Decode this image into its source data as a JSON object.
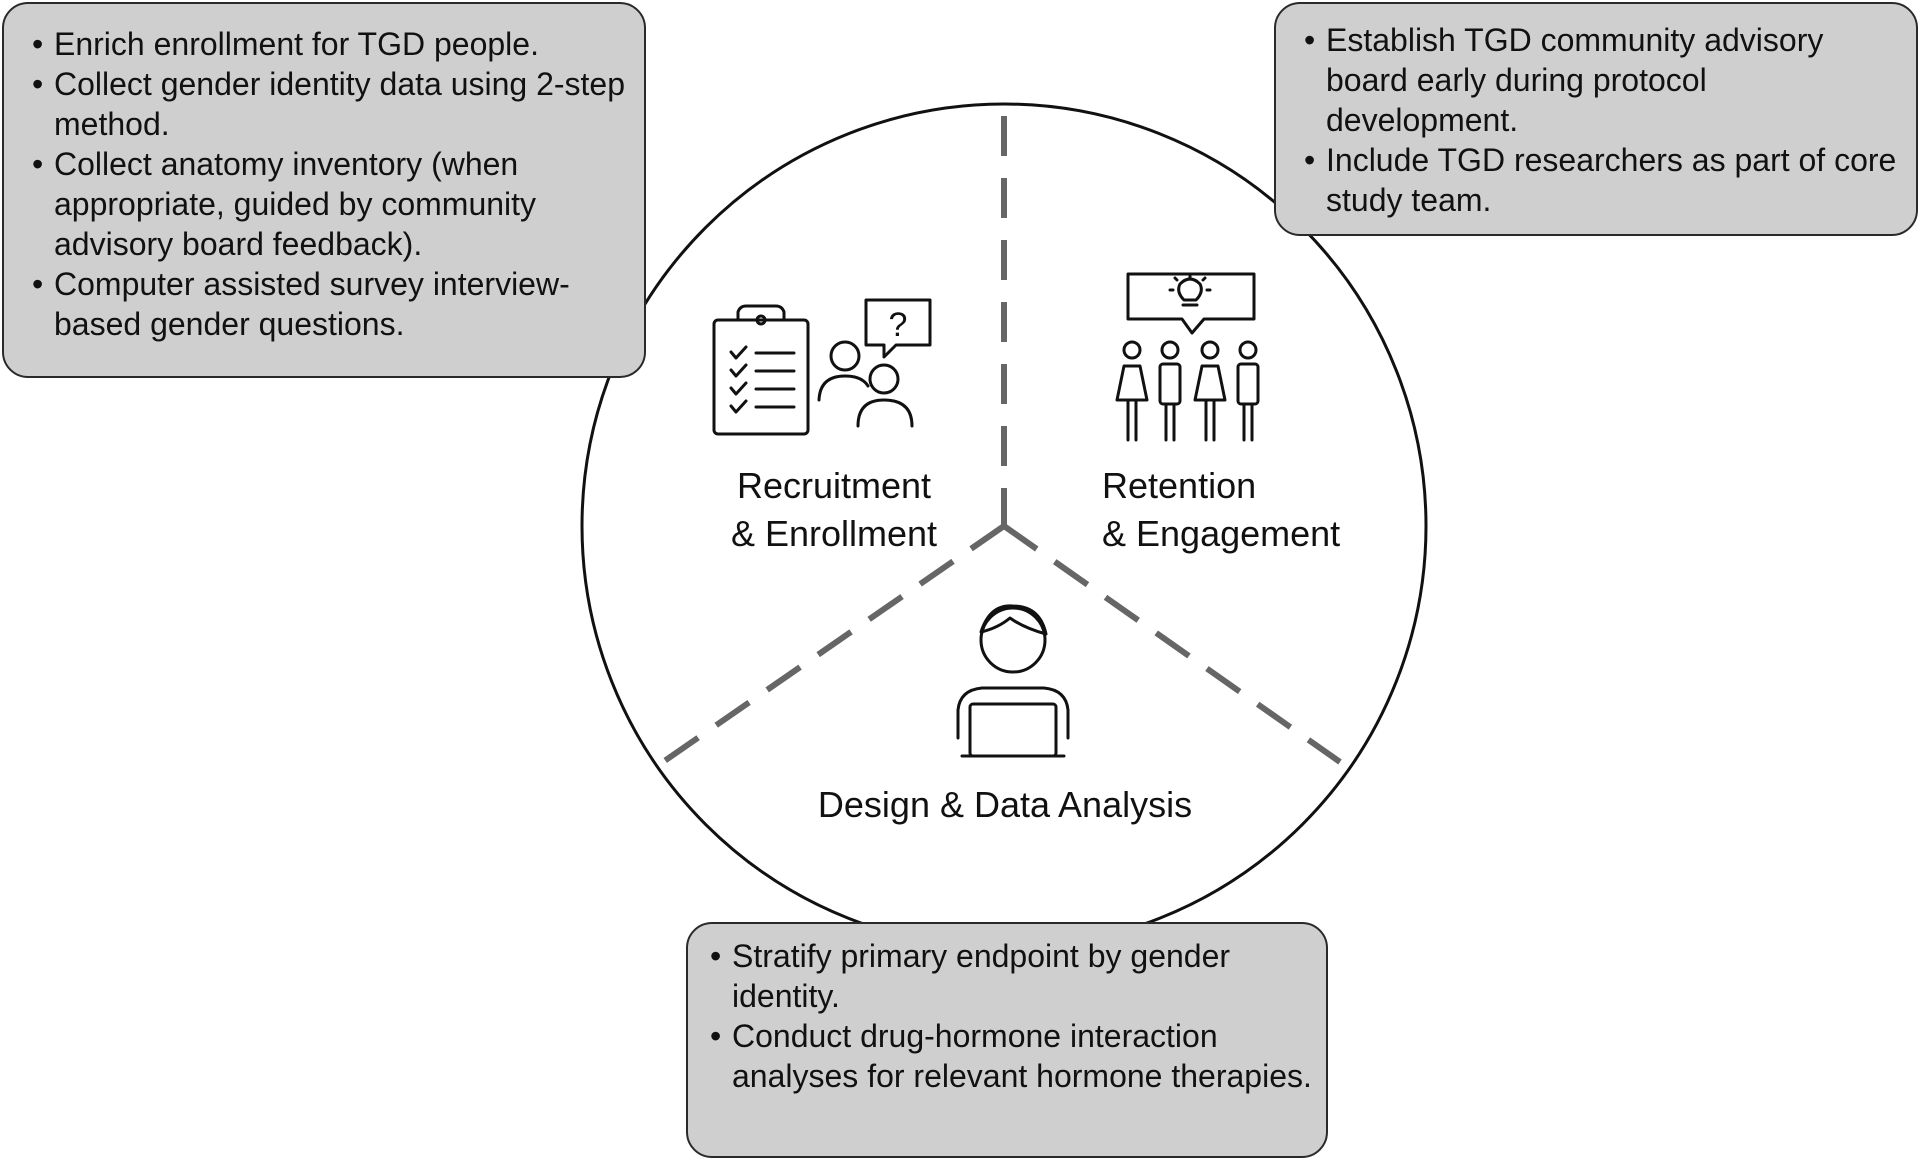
{
  "sections": {
    "recruitment": {
      "title_line1": "Recruitment",
      "title_line2": "& Enrollment",
      "icon": "clipboard-checklist-and-people-question-icon",
      "bullets": [
        "Enrich enrollment for TGD people.",
        "Collect gender identity data  using 2-step method.",
        "Collect anatomy inventory (when appropriate, guided by community advisory board feedback).",
        "Computer assisted survey interview-based gender questions."
      ]
    },
    "retention": {
      "title_line1": "Retention",
      "title_line2": "& Engagement",
      "icon": "group-with-idea-speech-bubble-icon",
      "bullets": [
        "Establish TGD community advisory board early during protocol development.",
        "Include TGD researchers as part of core study team."
      ]
    },
    "design": {
      "title": "Design & Data Analysis",
      "icon": "person-at-laptop-icon",
      "bullets": [
        "Stratify primary endpoint by gender identity.",
        "Conduct drug-hormone interaction analyses for relevant hormone therapies."
      ]
    }
  },
  "colors": {
    "callout_fill": "#cfcfcf",
    "callout_border": "#2a2a2a",
    "circle_stroke": "#111111",
    "divider": "#666666"
  }
}
